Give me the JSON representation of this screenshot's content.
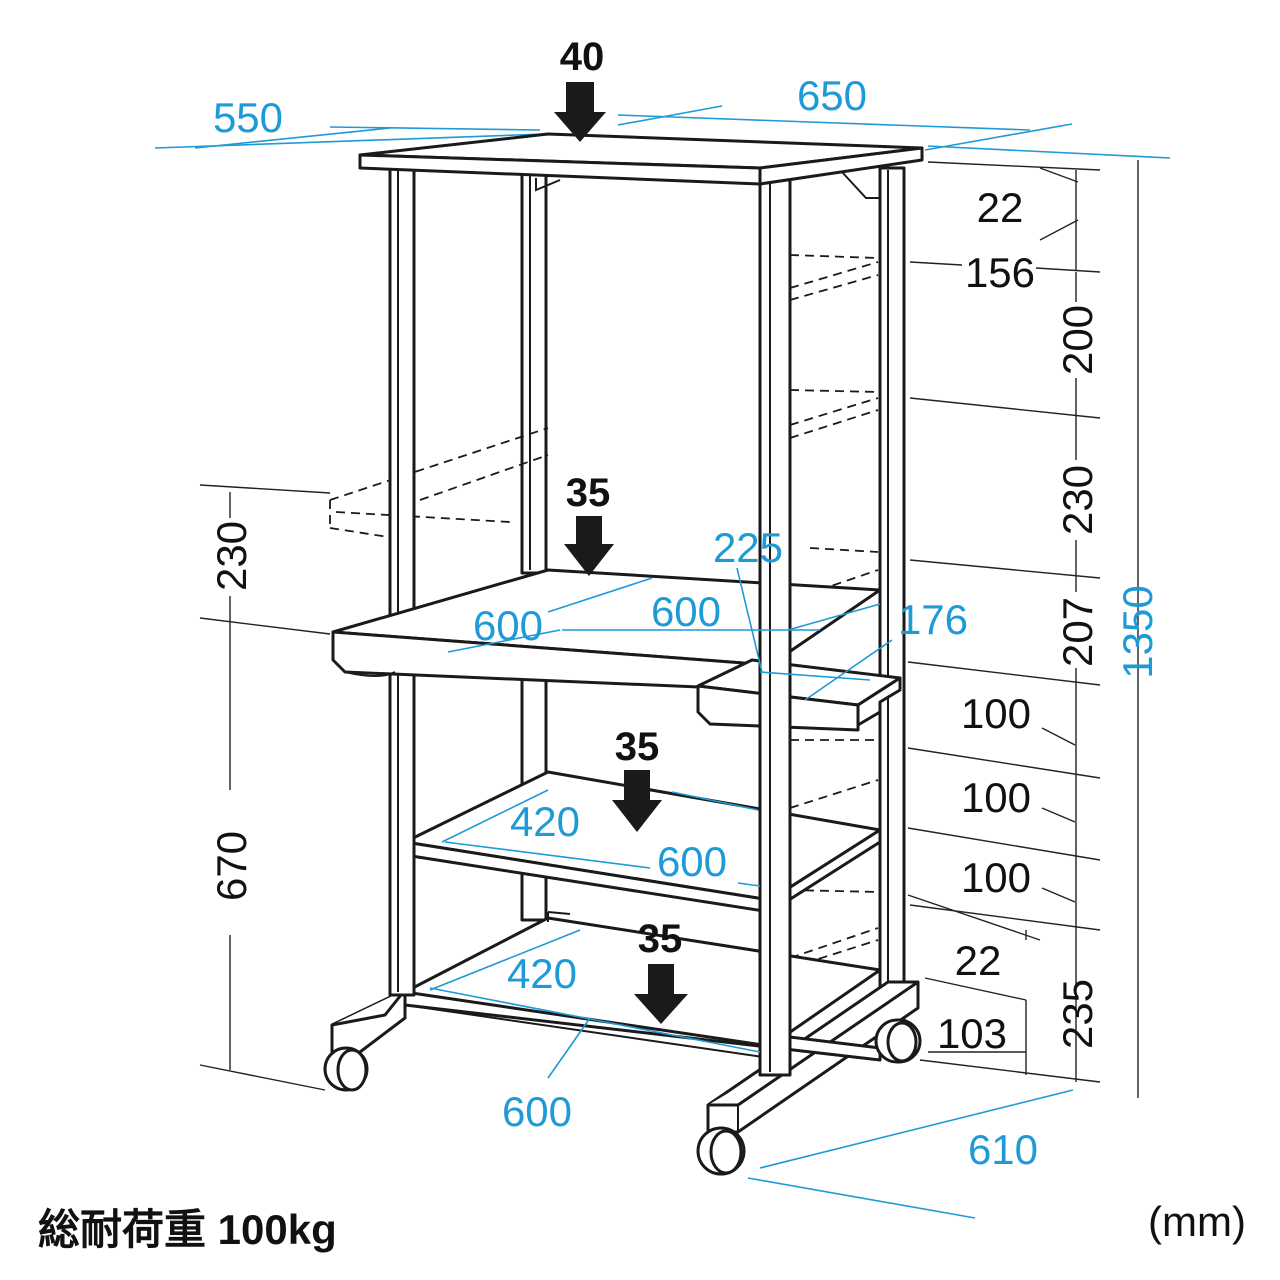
{
  "colors": {
    "line": "#1a1a1a",
    "dimension_blue": "#1e9ad6",
    "text": "#111111",
    "background": "#ffffff"
  },
  "loads": {
    "top": "40",
    "middle": "35",
    "lower": "35",
    "bottom": "35"
  },
  "top_dimensions": {
    "depth": "550",
    "width": "650"
  },
  "shelf_dimensions": {
    "desk_depth": "600",
    "desk_width": "600",
    "slide_width": "225",
    "slide_depth": "176",
    "lower_depth": "420",
    "lower_width": "600",
    "bottom_depth": "420",
    "bottom_width": "600"
  },
  "right_dimensions": {
    "top_thickness": "22",
    "upper_pitch": "156",
    "upper_gap": "200",
    "middle_gap": "230",
    "desk_gap": "207",
    "total_height": "1350",
    "pitch_1": "100",
    "pitch_2": "100",
    "pitch_3": "100",
    "shelf_thickness": "22",
    "bottom_gap": "235",
    "floor_clearance": "103",
    "base_depth": "610"
  },
  "left_dimensions": {
    "upper_height": "230",
    "lower_height": "670"
  },
  "caption": "総耐荷重 100kg",
  "unit": "(mm)"
}
